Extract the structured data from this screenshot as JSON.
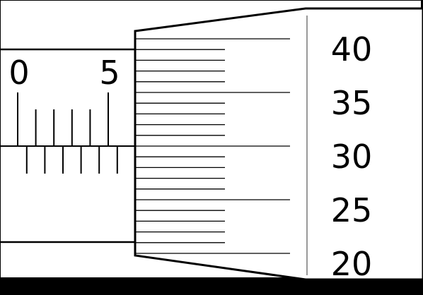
{
  "colors": {
    "background": "#000000",
    "panel": "#ffffff",
    "stroke": "#000000",
    "thimble_separator": "#999999"
  },
  "sleeve": {
    "main_scale_labels": [
      "0",
      "5"
    ],
    "main_scale_reading_mm": 5.5
  },
  "thimble": {
    "labels": [
      "40",
      "35",
      "30",
      "25",
      "20"
    ],
    "reading_divisions": 30,
    "divisions_per_revolution": 50
  }
}
